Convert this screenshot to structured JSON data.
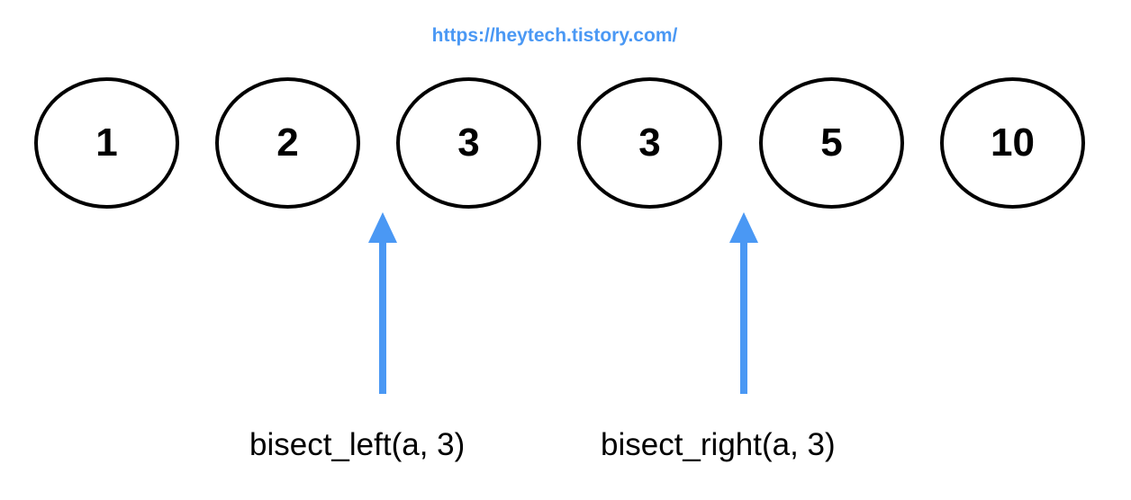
{
  "watermark": "https://heytech.tistory.com/",
  "array": [
    "1",
    "2",
    "3",
    "3",
    "5",
    "10"
  ],
  "pointers": [
    {
      "label": "bisect_left(a, 3)",
      "points_before_index": 2
    },
    {
      "label": "bisect_right(a, 3)",
      "points_before_index": 4
    }
  ],
  "colors": {
    "arrow": "#4a98f4",
    "watermark": "#4a98f4",
    "node_border": "#000000",
    "text": "#000000"
  }
}
